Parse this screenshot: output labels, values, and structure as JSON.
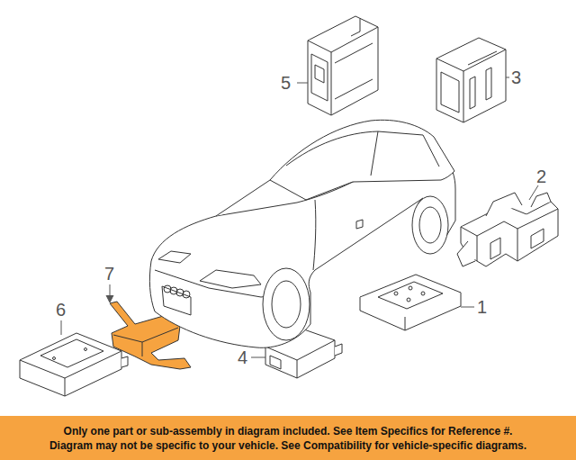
{
  "diagram": {
    "nodes": [
      {
        "text": [
          "Only one part or sub-assembly in diagram included. See Item Specifics for Reference #.",
          "Diagram may not be specific to your vehicle. See Compatibility for vehicle-specific diagrams."
        ]
      }
    ],
    "labels": [
      "5",
      "3",
      "2",
      "1",
      "4",
      "6",
      "7"
    ]
  }
}
